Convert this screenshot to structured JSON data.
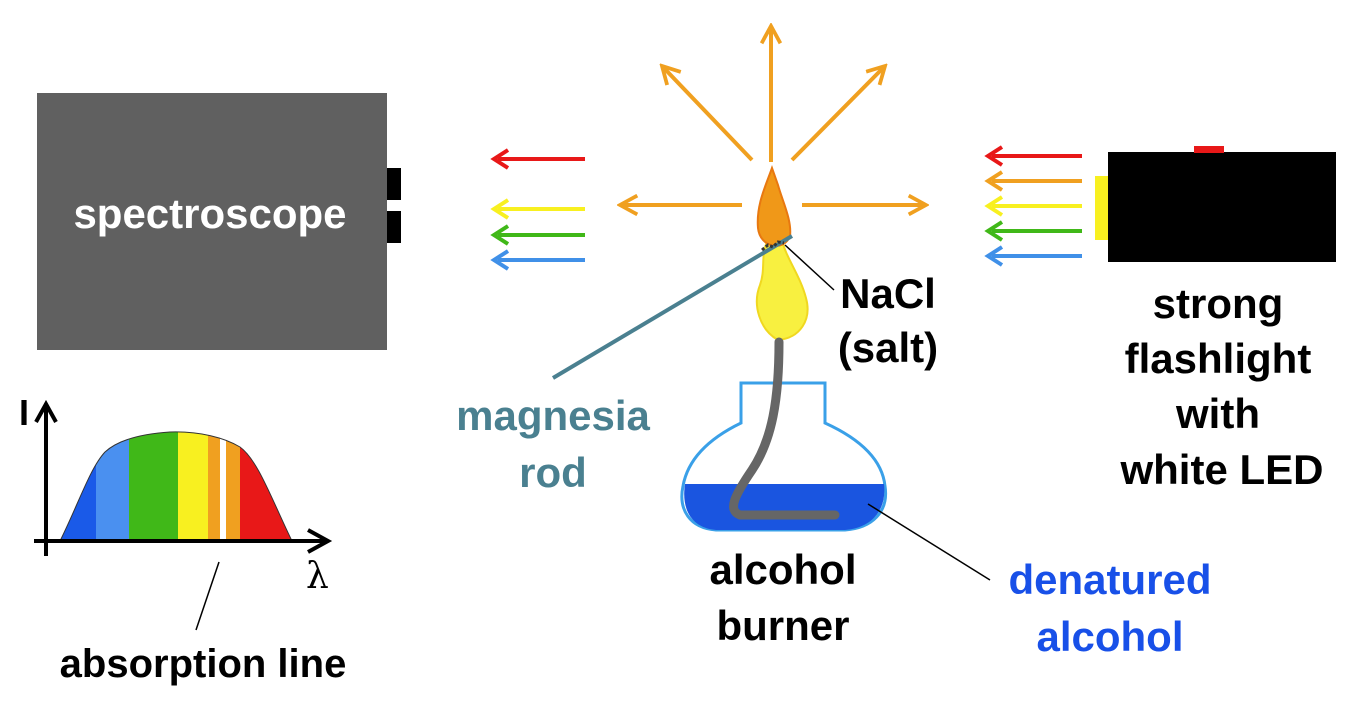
{
  "spectroscope": {
    "label": "spectroscope"
  },
  "flame": {
    "salt_label_line1": "NaCl",
    "salt_label_line2": "(salt)"
  },
  "rod": {
    "label_line1": "magnesia",
    "label_line2": "rod"
  },
  "burner": {
    "label_line1": "alcohol",
    "label_line2": "burner"
  },
  "fuel": {
    "label_line1": "denatured",
    "label_line2": "alcohol"
  },
  "flashlight": {
    "label_line1": "strong",
    "label_line2": "flashlight",
    "label_line3": "with",
    "label_line4": "white LED"
  },
  "graph": {
    "y_axis_label": "I",
    "x_axis_label": "λ",
    "absorption_label": "absorption line"
  },
  "colors": {
    "spectroscope_body": "#606060",
    "arrow_red": "#e81818",
    "arrow_orange": "#f0a020",
    "arrow_yellow": "#f8f020",
    "arrow_green": "#40b818",
    "arrow_blue": "#4090e8",
    "rod_text": "#4a8090",
    "fuel_text": "#1850e8",
    "fuel_liquid": "#1a55e0"
  }
}
